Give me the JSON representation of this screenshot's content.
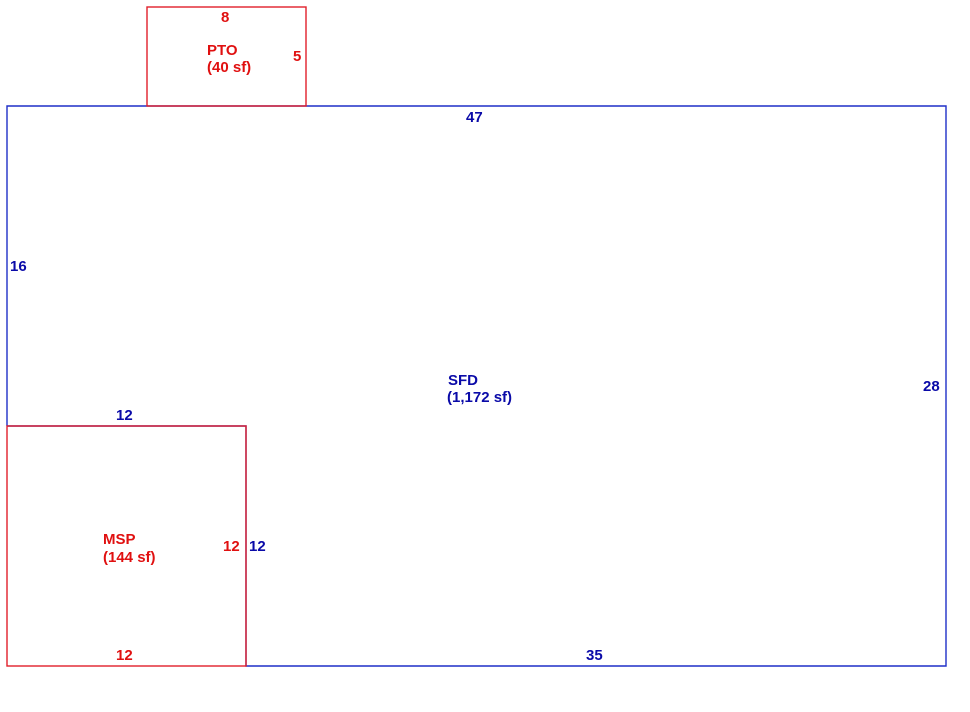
{
  "colors": {
    "main_structure": "#1e2fc7",
    "main_text": "#0a0aa8",
    "accessory_structure": "#e0202a",
    "accessory_text": "#e01010",
    "background": "#ffffff"
  },
  "sfd": {
    "name": "SFD",
    "area": "(1,172 sf)",
    "dims": {
      "top": "47",
      "left": "16",
      "right": "28",
      "bottom": "35",
      "notch_top": "12",
      "notch_side": "12"
    }
  },
  "pto": {
    "name": "PTO",
    "area": "(40 sf)",
    "dims": {
      "top": "8",
      "right": "5"
    }
  },
  "msp": {
    "name": "MSP",
    "area": "(144 sf)",
    "dims": {
      "right": "12",
      "bottom": "12"
    }
  }
}
